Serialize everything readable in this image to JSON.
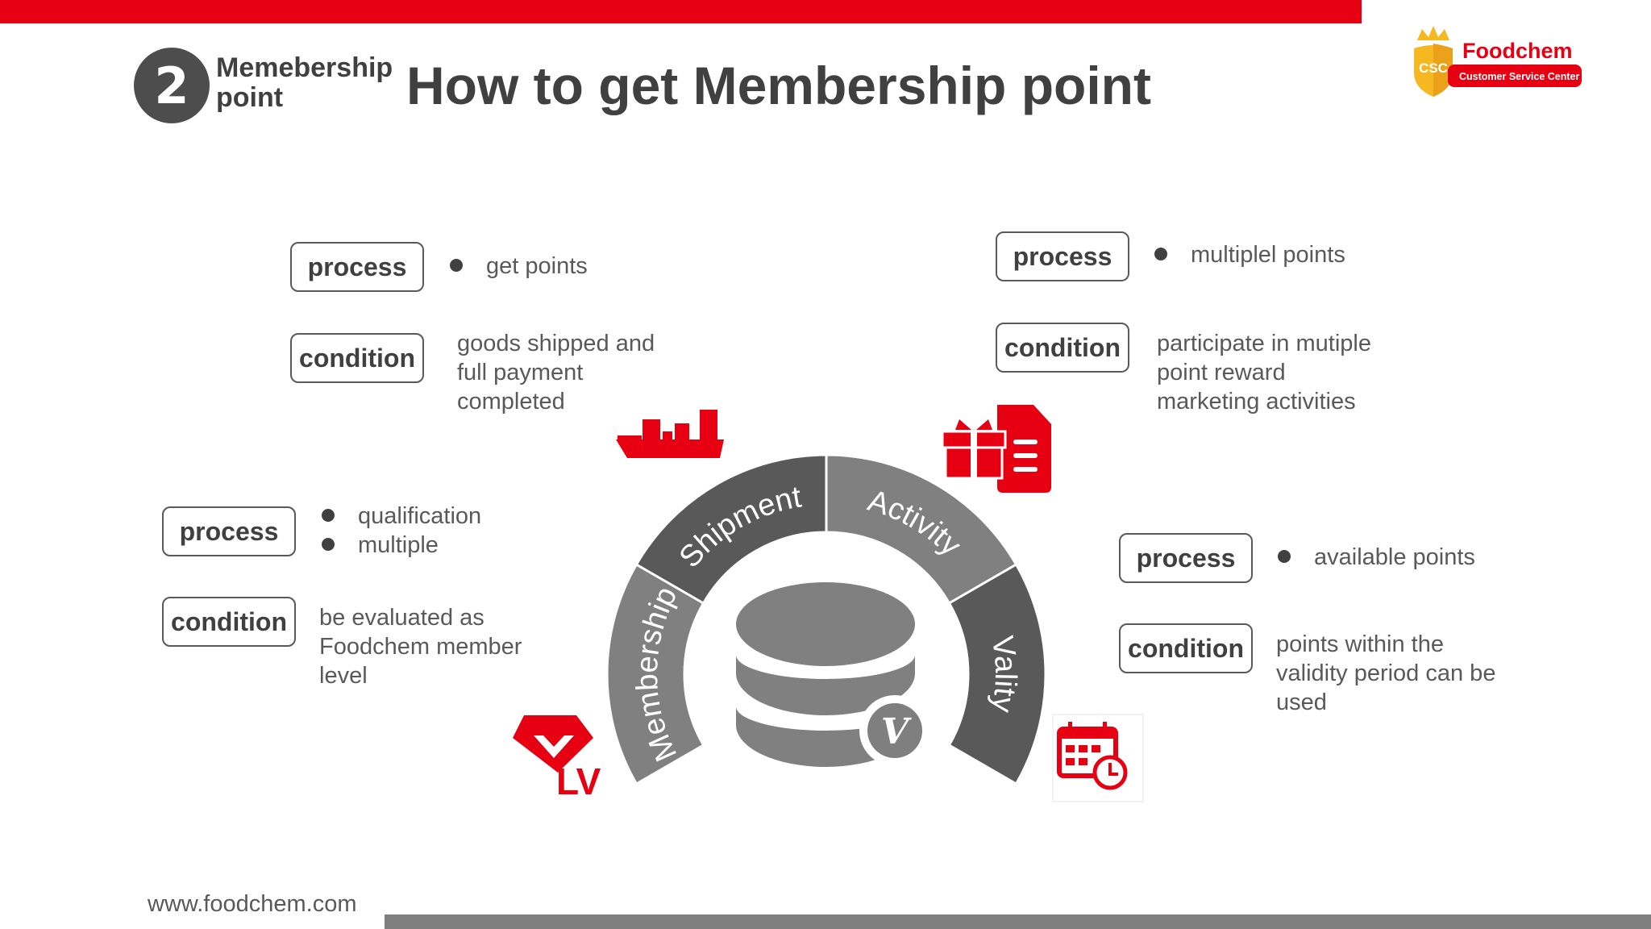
{
  "header": {
    "section_number": "2",
    "section_label_line1": "Memebership",
    "section_label_line2": "point",
    "title": "How to get Membership point"
  },
  "logo": {
    "brand": "Foodchem",
    "badge": "CSC",
    "tagline": "Customer Service Center",
    "colors": {
      "red": "#e60012",
      "gold": "#f5b820"
    }
  },
  "blocks": {
    "shipment": {
      "process_label": "process",
      "process_items": [
        "get points"
      ],
      "condition_label": "condition",
      "condition_lines": [
        "goods shipped and",
        "full payment",
        "completed"
      ]
    },
    "activity": {
      "process_label": "process",
      "process_items": [
        "multiplel points"
      ],
      "condition_label": "condition",
      "condition_lines": [
        "participate in mutiple",
        "point reward",
        "marketing activities"
      ]
    },
    "membership": {
      "process_label": "process",
      "process_items": [
        "qualification",
        "multiple"
      ],
      "condition_label": "condition",
      "condition_lines": [
        "be evaluated as",
        "Foodchem member",
        "level"
      ]
    },
    "vality": {
      "process_label": "process",
      "process_items": [
        "available points"
      ],
      "condition_label": "condition",
      "condition_lines": [
        "points within the",
        "validity period can be",
        "used"
      ]
    }
  },
  "diagram": {
    "segments": [
      {
        "label": "Membership",
        "color": "#808080"
      },
      {
        "label": "Shipment",
        "color": "#595959"
      },
      {
        "label": "Activity",
        "color": "#808080"
      },
      {
        "label": "Vality",
        "color": "#595959"
      }
    ],
    "center_icon": "database-coins-icon",
    "badge_letter": "V",
    "level_badge": "LV",
    "icons": [
      "cargo-ship-icon",
      "gift-document-icon",
      "level-diamond-icon",
      "calendar-clock-icon"
    ],
    "accent": "#e60012"
  },
  "footer": {
    "url": "www.foodchem.com"
  }
}
